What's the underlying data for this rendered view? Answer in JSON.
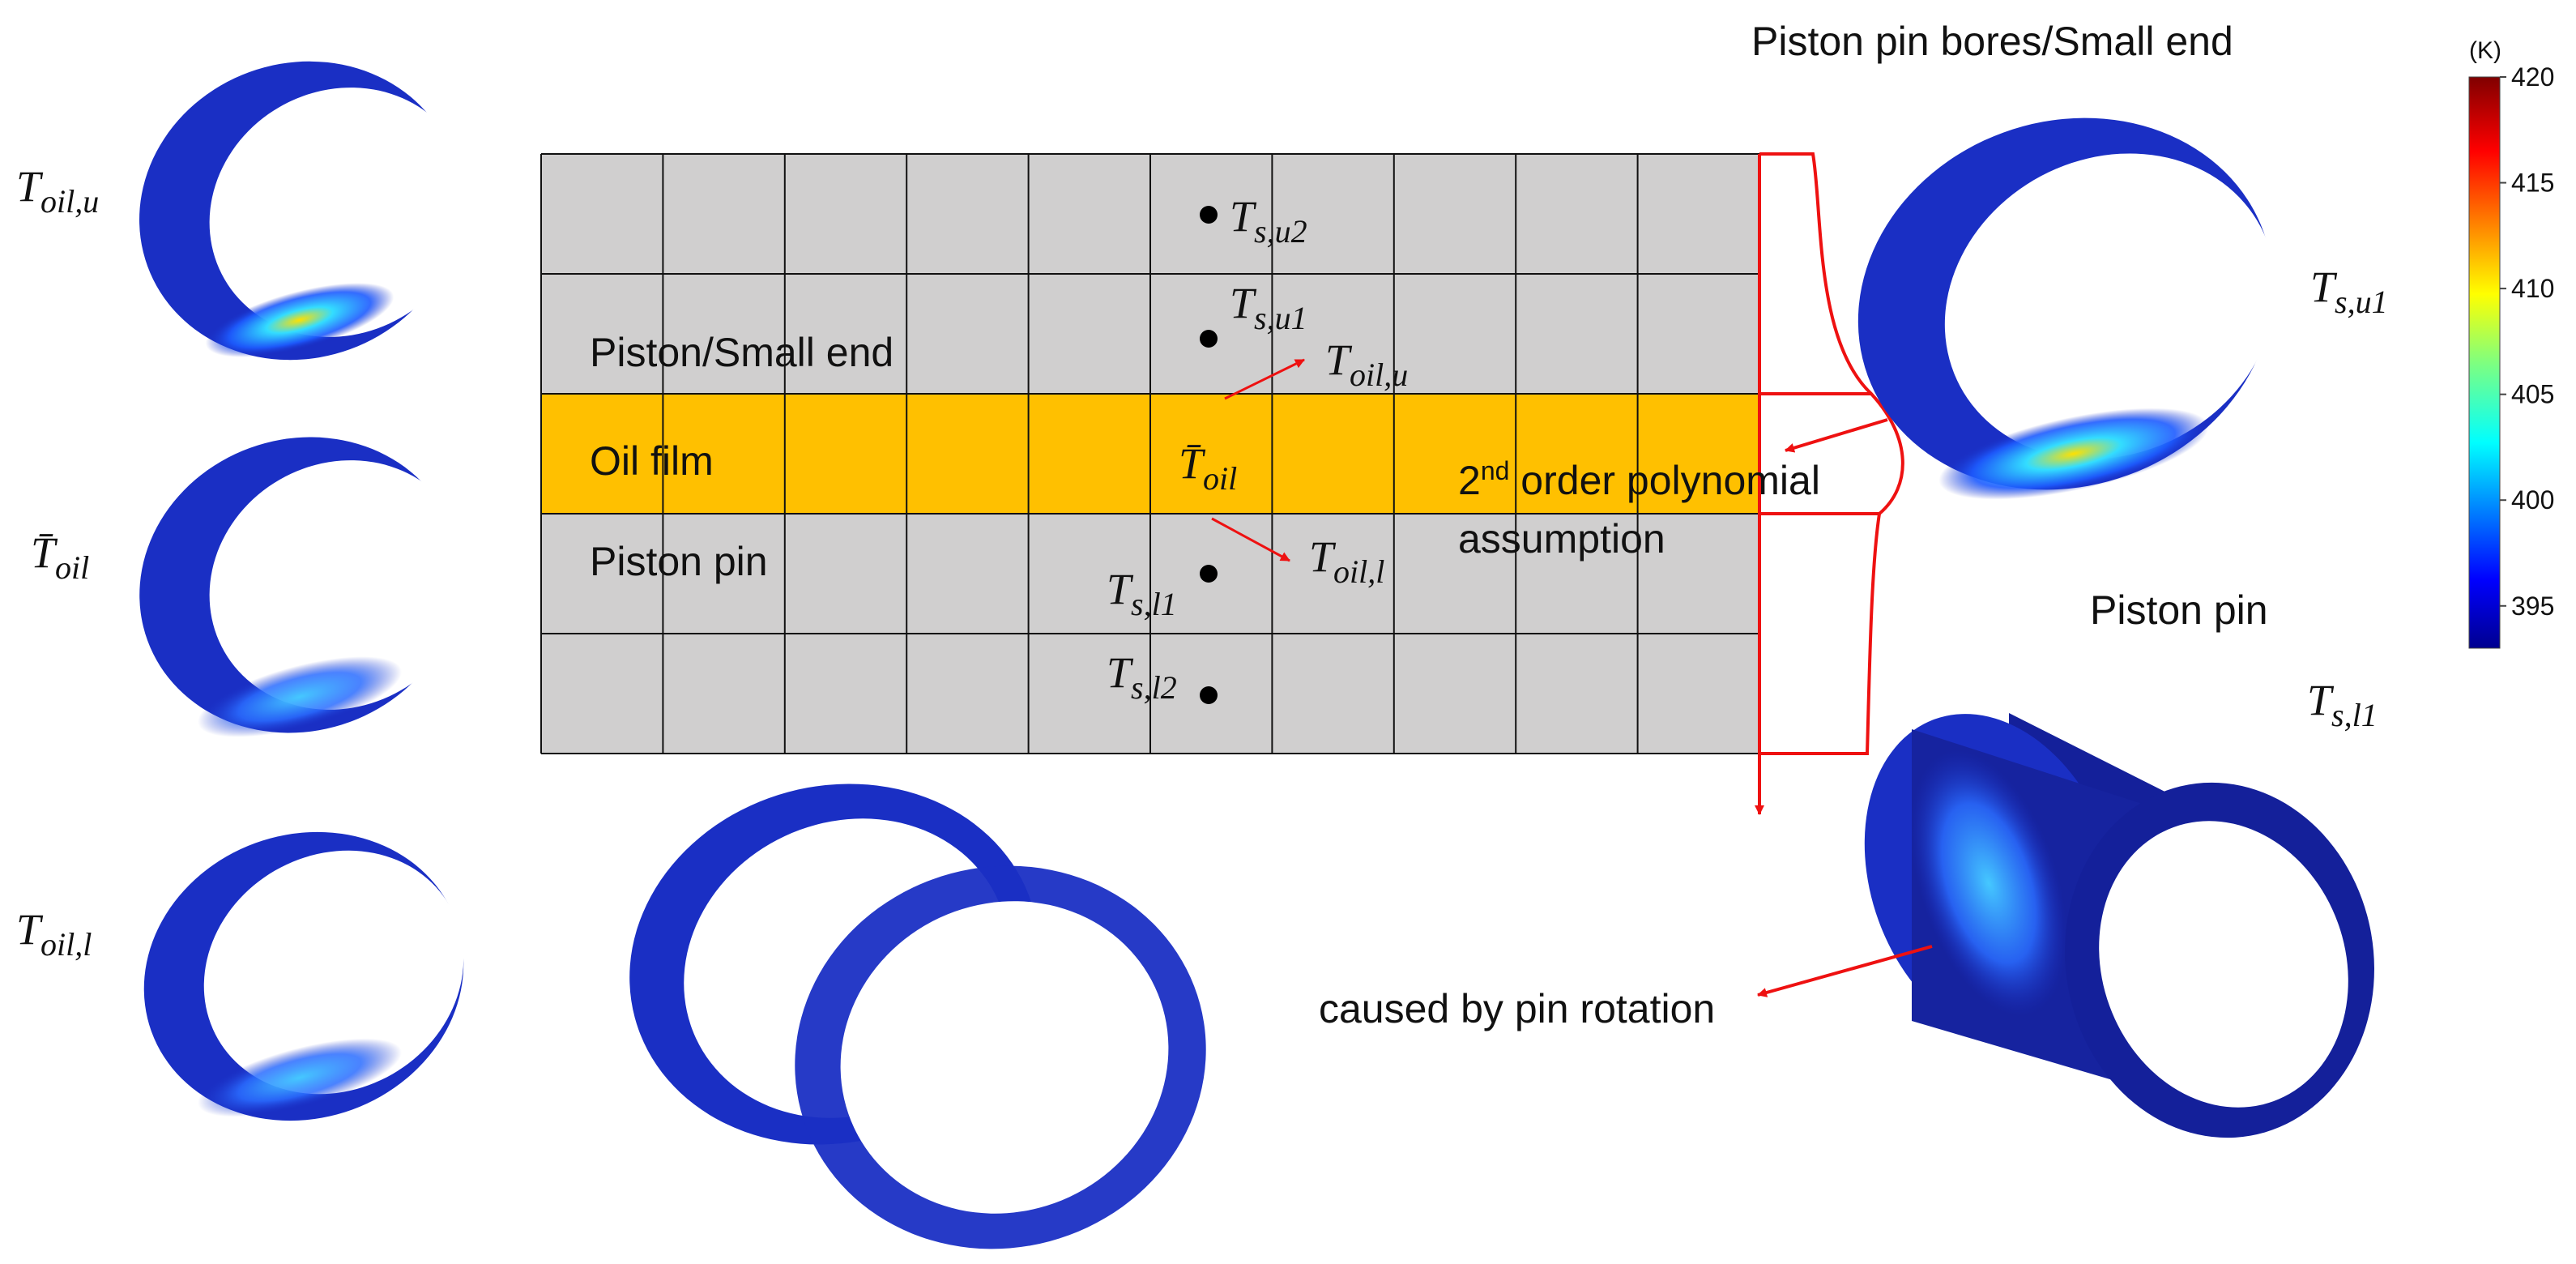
{
  "colors": {
    "grid_fill": "#d0cfcf",
    "grid_line": "#111111",
    "oil_fill": "#ffc000",
    "red": "#ee1111",
    "ring_dark": "#14209a",
    "ring_mid": "#1a2fc4"
  },
  "layers": {
    "upper_label": "Piston/Small end",
    "oil_label": "Oil film",
    "lower_label": "Piston pin"
  },
  "symbols": {
    "T_s_u2": {
      "base": "T",
      "sub": "s,u2"
    },
    "T_s_u1": {
      "base": "T",
      "sub": "s,u1"
    },
    "T_oil_u": {
      "base": "T",
      "sub": "oil,u"
    },
    "T_bar_oil": {
      "base": "T̄",
      "sub": "oil"
    },
    "T_oil_l": {
      "base": "T",
      "sub": "oil,l"
    },
    "T_s_l1": {
      "base": "T",
      "sub": "s,l1"
    },
    "T_s_l2": {
      "base": "T",
      "sub": "s,l2"
    }
  },
  "left_column": {
    "top": {
      "base": "T",
      "sub": "oil,u"
    },
    "middle": {
      "base": "T̄",
      "sub": "oil"
    },
    "bottom": {
      "base": "T",
      "sub": "oil,l"
    }
  },
  "right_panel": {
    "title": "Piston pin bores/Small end",
    "top_label": {
      "base": "T",
      "sub": "s,u1"
    },
    "pin_title": "Piston pin",
    "pin_label": {
      "base": "T",
      "sub": "s,l1"
    }
  },
  "annotations": {
    "polynomial_line1_prefix": "2",
    "polynomial_line1_sup": "nd",
    "polynomial_line1_rest": " order polynomial",
    "polynomial_line2": "assumption",
    "rotation": "caused by pin rotation"
  },
  "colorbar": {
    "unit": "(K)",
    "min": 393,
    "max": 420,
    "ticks": [
      "420",
      "415",
      "410",
      "405",
      "400",
      "395"
    ],
    "tick_values": [
      420,
      415,
      410,
      405,
      400,
      395
    ],
    "colormap": "jet"
  }
}
